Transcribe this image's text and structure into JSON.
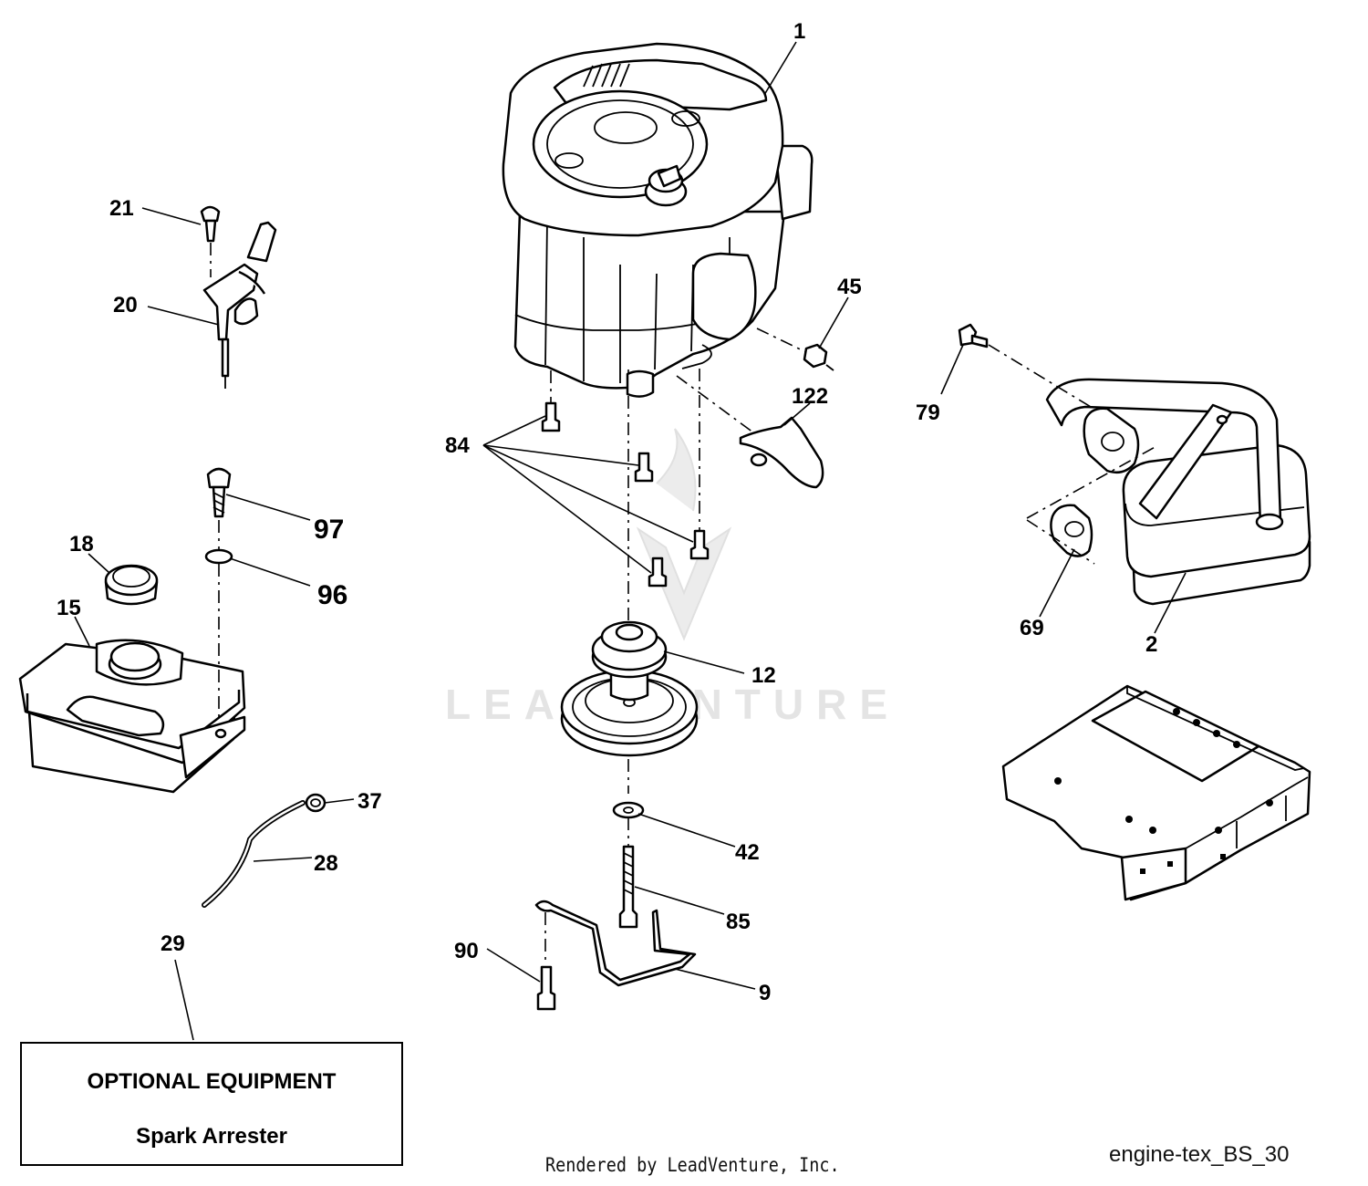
{
  "callouts": {
    "c1": "1",
    "c2": "2",
    "c9": "9",
    "c12": "12",
    "c15": "15",
    "c18": "18",
    "c20": "20",
    "c21": "21",
    "c28": "28",
    "c29": "29",
    "c37": "37",
    "c42": "42",
    "c45": "45",
    "c69": "69",
    "c79": "79",
    "c84": "84",
    "c85": "85",
    "c90": "90",
    "c96": "96",
    "c97": "97",
    "c122": "122"
  },
  "watermark": "LEADVENTURE",
  "optional_box": {
    "title": "OPTIONAL EQUIPMENT",
    "item": "Spark Arrester"
  },
  "footer": {
    "credit": "Rendered by LeadVenture, Inc.",
    "diagram_id": "engine-tex_BS_30"
  }
}
